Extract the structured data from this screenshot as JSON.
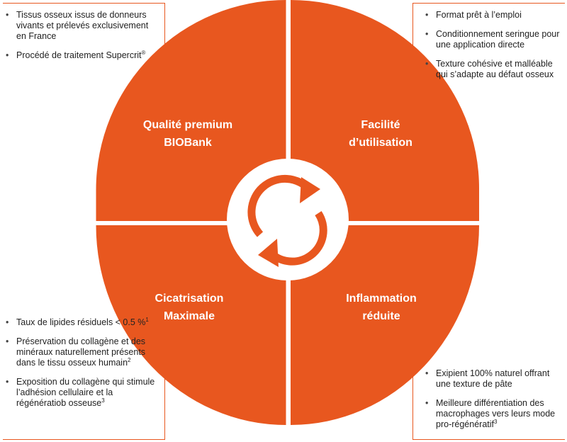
{
  "colors": {
    "accent": "#e8571f",
    "text": "#222222",
    "background": "#ffffff"
  },
  "center_icon": "cycle-arrows-icon",
  "quadrants": {
    "top_left": {
      "line1": "Qualité premium",
      "line2": "BIOBank"
    },
    "top_right": {
      "line1": "Facilité",
      "line2": "d’utilisation"
    },
    "bottom_left": {
      "line1": "Cicatrisation",
      "line2": "Maximale"
    },
    "bottom_right": {
      "line1": "Inflammation",
      "line2": "réduite"
    }
  },
  "lists": {
    "top_left": [
      {
        "text": "Tissus osseux issus de donneurs vivants et prélevés exclusivement en France",
        "sup": ""
      },
      {
        "text": "Procédé de traitement Supercrit",
        "sup": "®"
      }
    ],
    "top_right": [
      {
        "text": "Format prêt à l’emploi",
        "sup": ""
      },
      {
        "text": "Conditionnement seringue pour une application directe",
        "sup": ""
      },
      {
        "text": "Texture cohésive et malléable qui s’adapte au défaut osseux",
        "sup": ""
      }
    ],
    "bottom_left": [
      {
        "text": "Taux de lipides résiduels < 0.5 %",
        "sup": "1"
      },
      {
        "text": "Préservation du collagène et des minéraux naturellement présents dans le tissu osseux humain",
        "sup": "2"
      },
      {
        "text": "Exposition du collagène qui stimule l’adhésion cellulaire et la régénératiob osseuse",
        "sup": "3"
      }
    ],
    "bottom_right": [
      {
        "text": "Exipient 100% naturel offrant une texture de pâte",
        "sup": ""
      },
      {
        "text": "Meilleure différentiation des macrophages vers leurs mode pro-régénératif",
        "sup": "3"
      }
    ]
  }
}
